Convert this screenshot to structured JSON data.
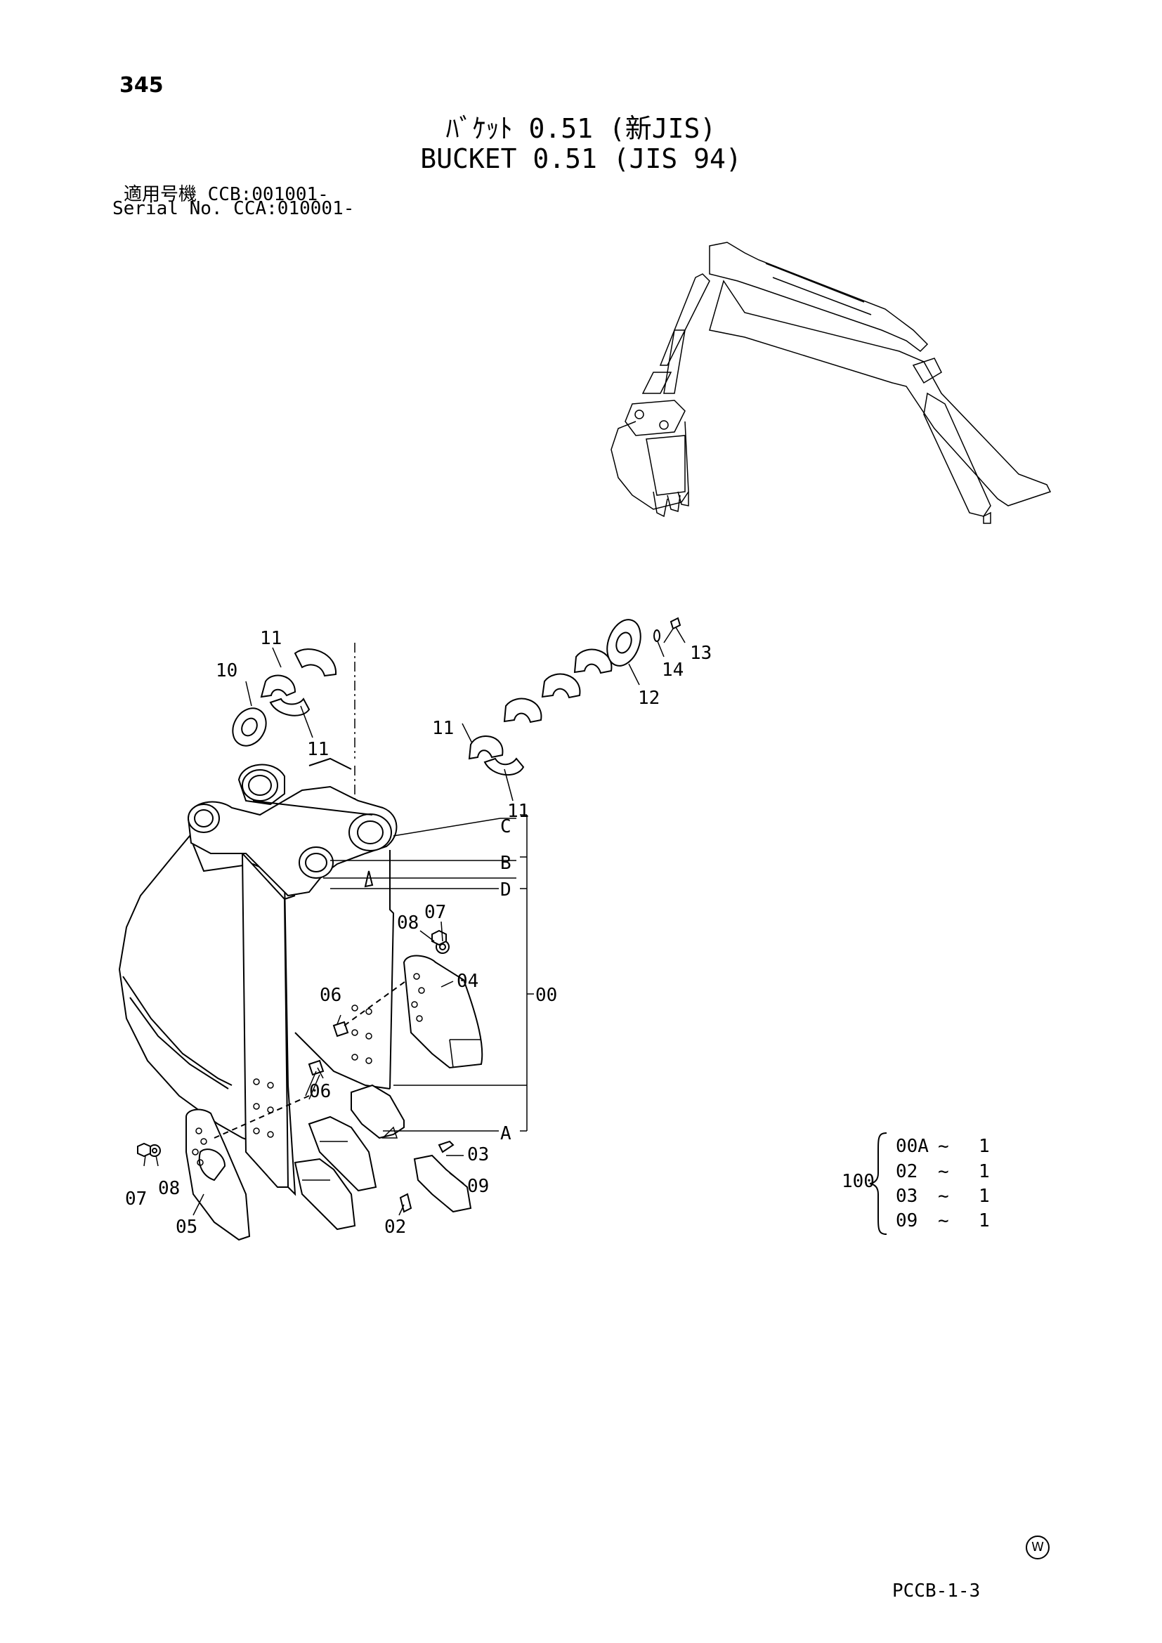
{
  "page_number": "345",
  "title_jp": "ﾊﾞｹｯﾄ 0.51 (新JIS)",
  "title_en": "BUCKET 0.51 (JIS 94)",
  "serial_jp": "適用号機 CCB:001001-",
  "serial_en": "Serial No. CCA:010001-",
  "callouts": {
    "c11a": "11",
    "c10": "10",
    "c11b": "11",
    "c11c": "11",
    "c11d": "11",
    "c13": "13",
    "c14": "14",
    "c12": "12",
    "C": "C",
    "B": "B",
    "D": "D",
    "A": "A",
    "c00": "00",
    "c07a": "07",
    "c08a": "08",
    "c06a": "06",
    "c04": "04",
    "c06b": "06",
    "c03": "03",
    "c09": "09",
    "c02": "02",
    "c07b": "07",
    "c08b": "08",
    "c05": "05"
  },
  "kit": {
    "number": "100",
    "items": [
      {
        "part": "00A",
        "sep": "~",
        "qty": "1"
      },
      {
        "part": "02",
        "sep": "~",
        "qty": "1"
      },
      {
        "part": "03",
        "sep": "~",
        "qty": "1"
      },
      {
        "part": "09",
        "sep": "~",
        "qty": "1"
      }
    ]
  },
  "mark": "W",
  "doc_code": "PCCB-1-3",
  "icons": [
    "excavator-arm-icon",
    "bucket-exploded-view-icon"
  ]
}
